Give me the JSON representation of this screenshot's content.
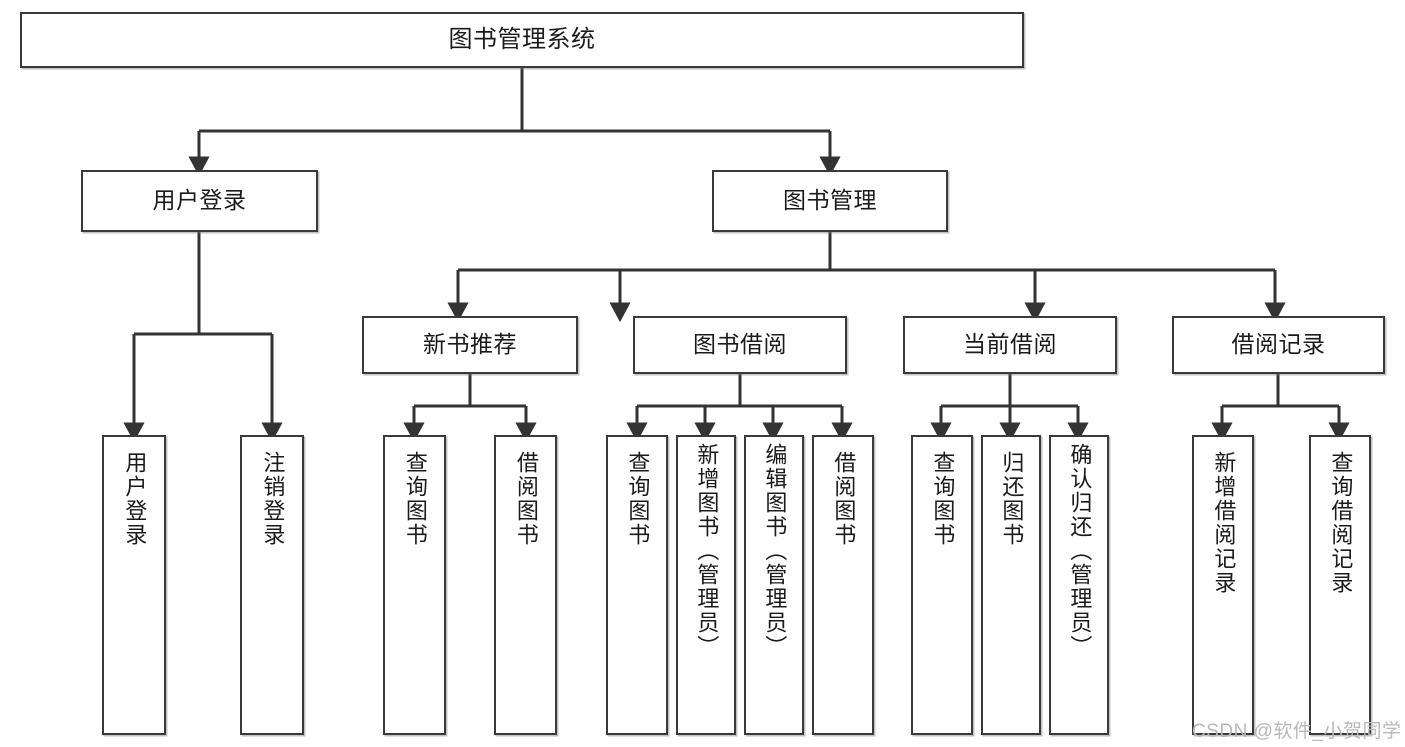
{
  "diagram": {
    "title": "图书管理系统",
    "root": {
      "label": "图书管理系统"
    },
    "level2": [
      {
        "label": "用户登录"
      },
      {
        "label": "图书管理"
      }
    ],
    "level3": [
      {
        "label": "新书推荐"
      },
      {
        "label": "图书借阅"
      },
      {
        "label": "当前借阅"
      },
      {
        "label": "借阅记录"
      }
    ],
    "leaves": [
      {
        "label": "用户登录",
        "parent": "用户登录"
      },
      {
        "label": "注销登录",
        "parent": "用户登录"
      },
      {
        "label": "查询图书",
        "parent": "新书推荐"
      },
      {
        "label": "借阅图书",
        "parent": "新书推荐"
      },
      {
        "label": "查询图书",
        "parent": "图书借阅"
      },
      {
        "label": "新增图书（管理员）",
        "parent": "图书借阅"
      },
      {
        "label": "编辑图书（管理员）",
        "parent": "图书借阅"
      },
      {
        "label": "借阅图书",
        "parent": "图书借阅"
      },
      {
        "label": "查询图书",
        "parent": "当前借阅"
      },
      {
        "label": "归还图书",
        "parent": "当前借阅"
      },
      {
        "label": "确认归还（管理员）",
        "parent": "当前借阅"
      },
      {
        "label": "新增借阅记录",
        "parent": "借阅记录"
      },
      {
        "label": "查询借阅记录",
        "parent": "借阅记录"
      }
    ],
    "watermark": "CSDN @软件_小贺同学",
    "colors": {
      "box_border": "#3a3a3a",
      "box_fill": "#ffffff",
      "connector": "#333333",
      "text": "#1b1b1b",
      "watermark": "#b9b9b9",
      "background": "#ffffff"
    }
  }
}
